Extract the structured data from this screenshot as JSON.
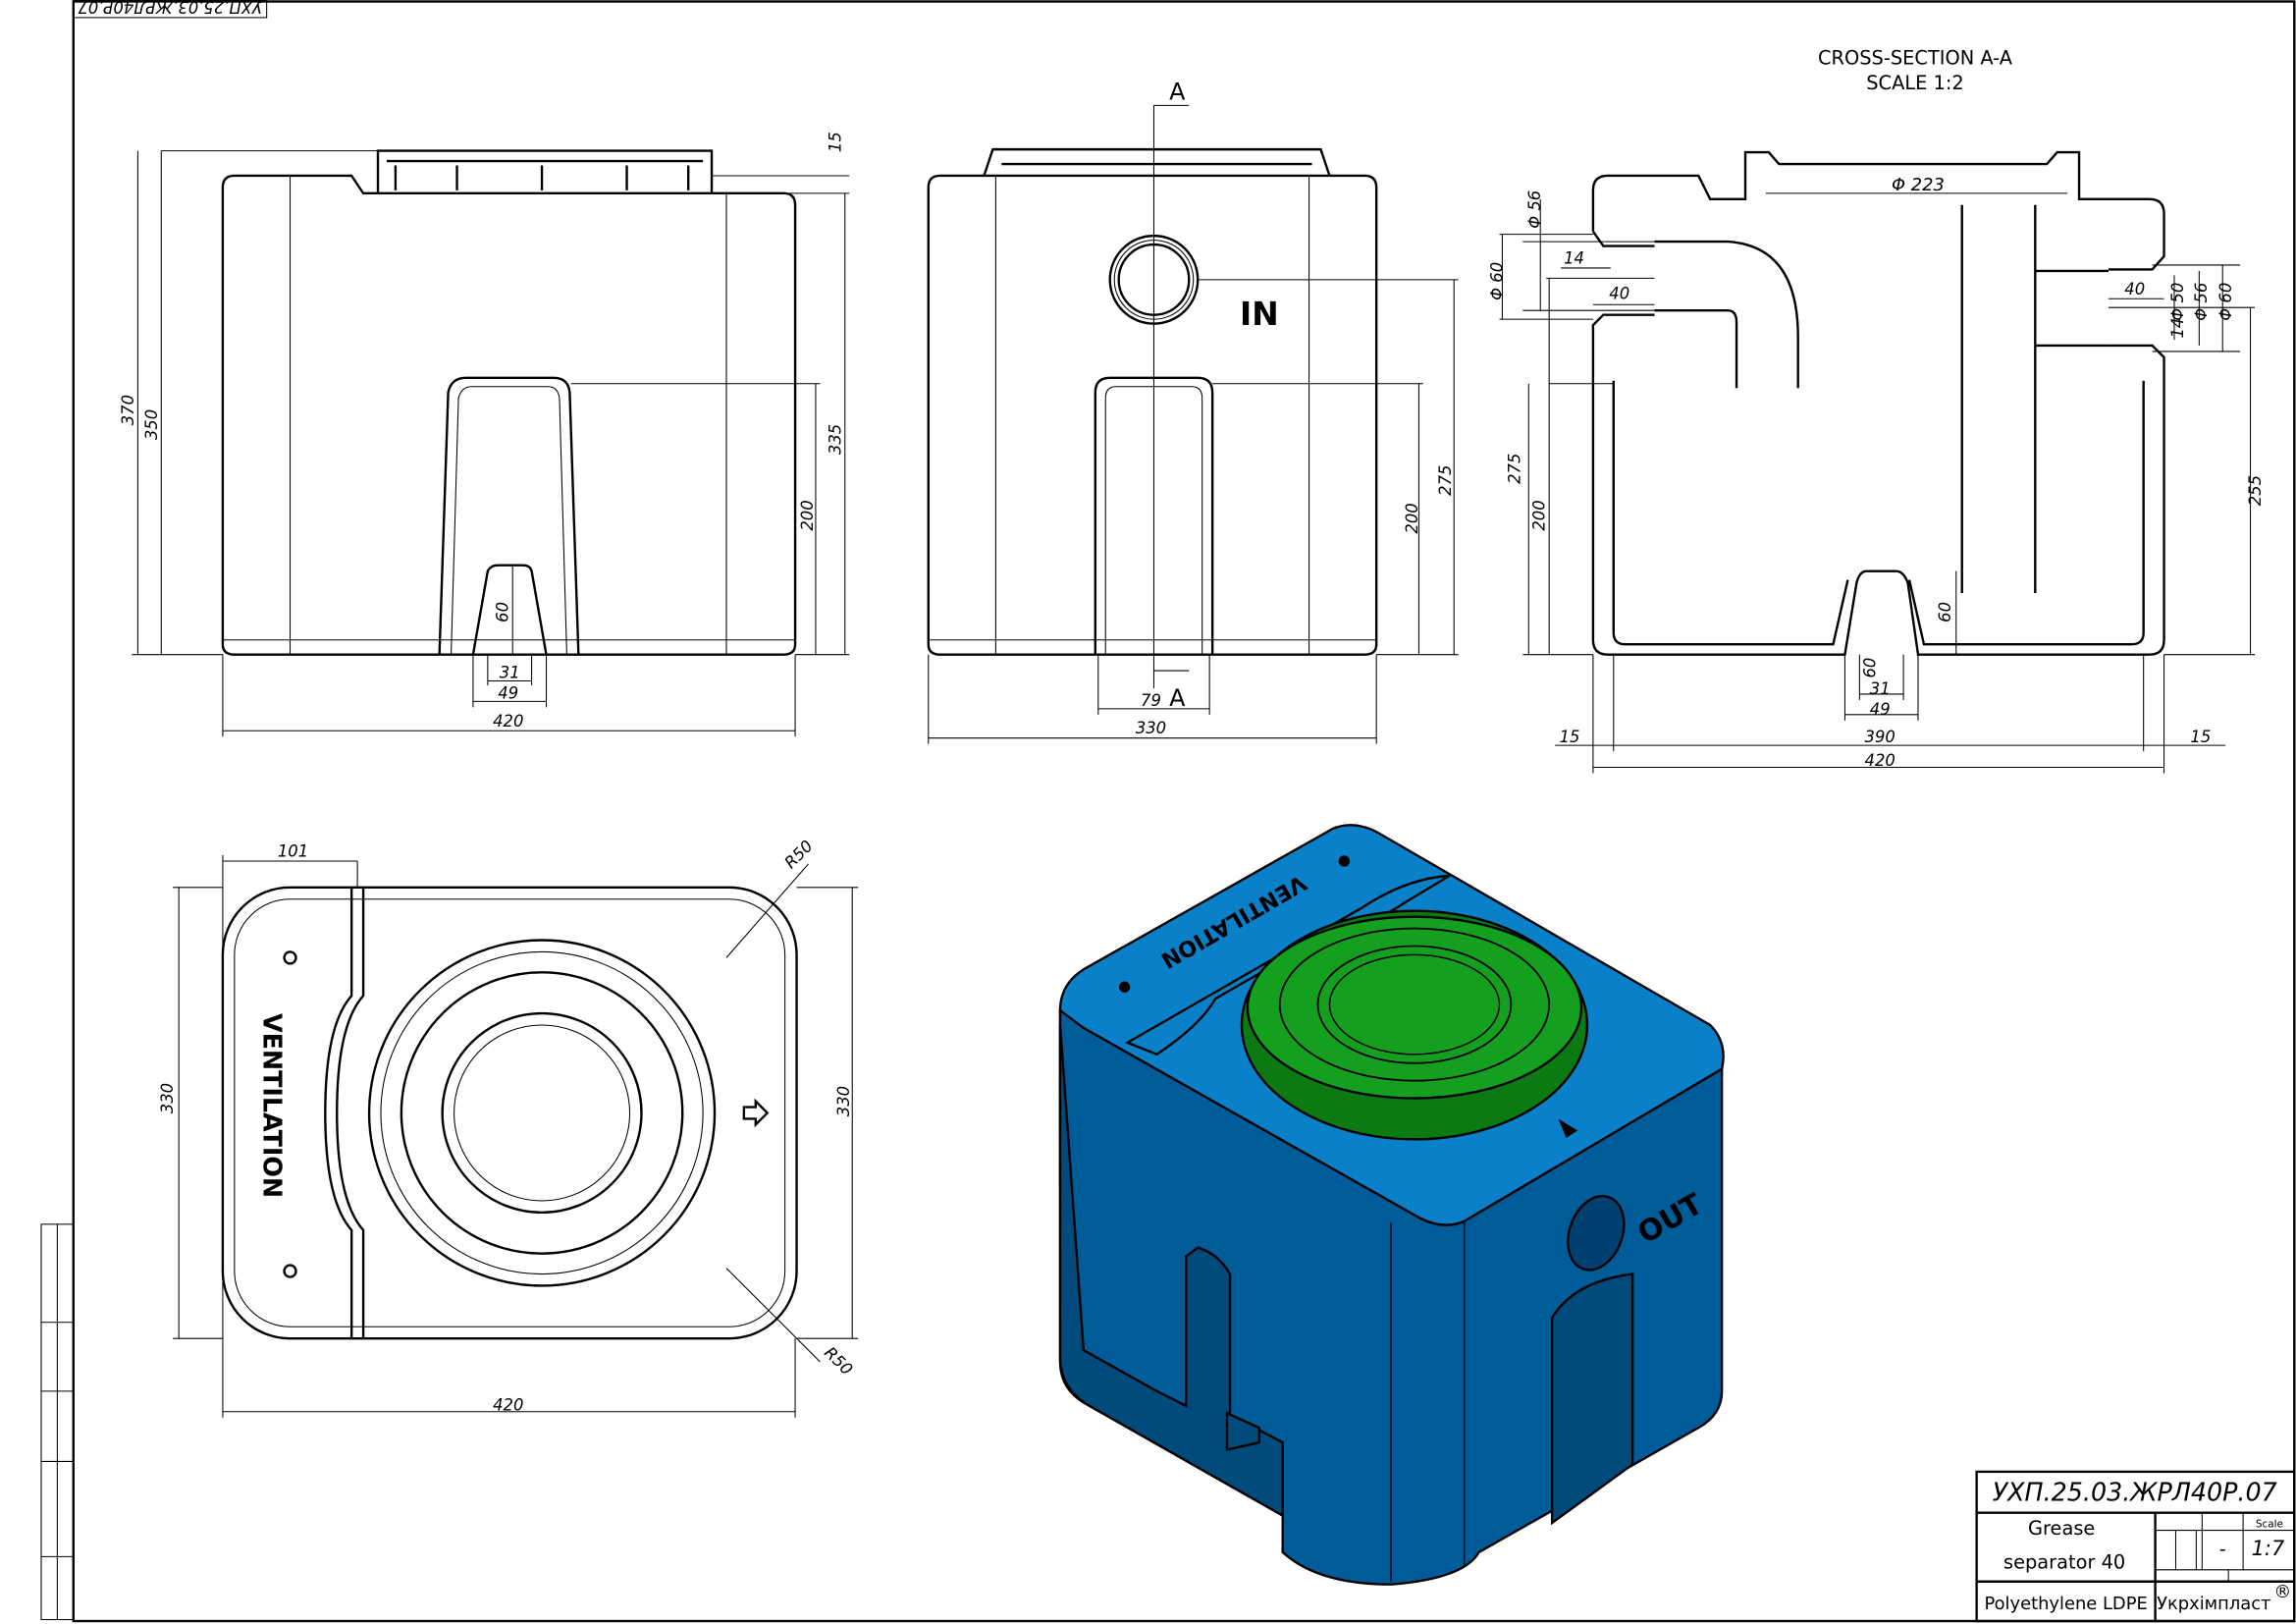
{
  "stamp_top": "УХП.25.03.ЖРЛ40Р.07",
  "front_view": {
    "dims": [
      "370",
      "350",
      "15",
      "335",
      "200",
      "60",
      "31",
      "49",
      "420"
    ]
  },
  "side_view": {
    "section_marker": "A",
    "section_marker_bottom": "A",
    "inlet_label": "IN",
    "dims": [
      "200",
      "275",
      "79",
      "330"
    ]
  },
  "cross_section": {
    "title": "CROSS-SECTION A-A",
    "scale": "SCALE 1:2",
    "dims": [
      "Φ 223",
      "Φ 56",
      "14",
      "Φ 60",
      "40",
      "40",
      "Φ 50",
      "Φ 56",
      "Φ 60",
      "14",
      "275",
      "200",
      "255",
      "60",
      "60",
      "31",
      "49",
      "390",
      "15",
      "15",
      "420"
    ]
  },
  "top_view": {
    "ventilation_label": "VENTILATION",
    "dims": [
      "101",
      "R50",
      "330",
      "330",
      "R50",
      "420"
    ]
  },
  "iso_view": {
    "ventilation_label": "VENTILATION",
    "outlet_label": "OUT",
    "colors": {
      "top": "#0a80c8",
      "front": "#005c98",
      "side": "#004a7c",
      "lid": "#14a01e",
      "lid_dark": "#0b7a12"
    }
  },
  "title_block": {
    "doc_number": "УХП.25.03.ЖРЛ40Р.07",
    "name_line1": "Grease",
    "name_line2": "separator 40",
    "mass": "-",
    "scale_label": "Scale",
    "scale": "1:7",
    "material": "Polyethylene LDPE",
    "company": "Укрхімпласт",
    "registered": "®"
  }
}
